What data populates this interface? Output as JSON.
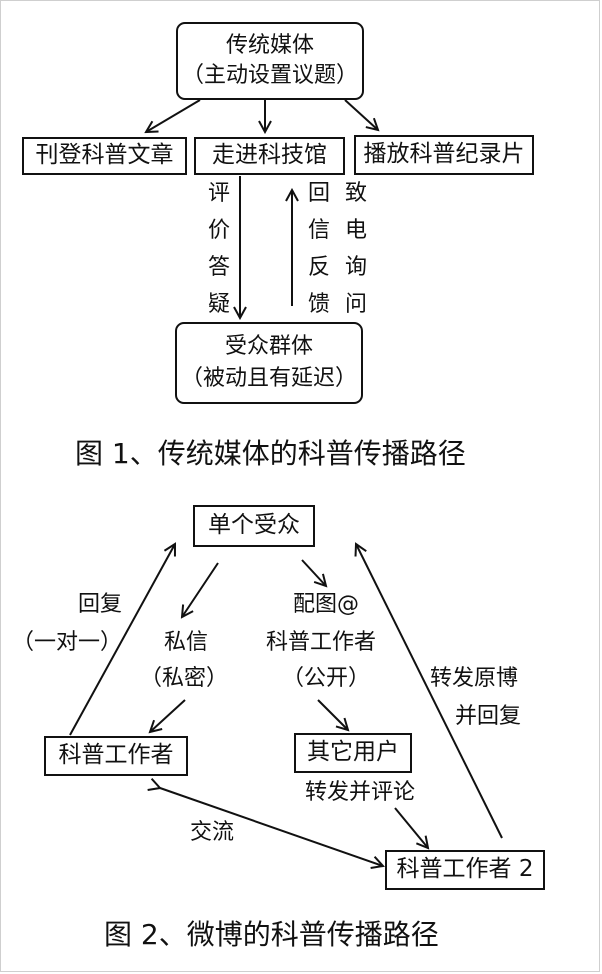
{
  "figure1": {
    "top_node": {
      "line1": "传统媒体",
      "line2": "（主动设置议题）"
    },
    "left_node": "刊登科普文章",
    "center_node": "走进科技馆",
    "right_node": "播放科普纪录片",
    "down_label": [
      "评",
      "价",
      "答",
      "疑"
    ],
    "up_label_a": [
      "回",
      "信",
      "反",
      "馈"
    ],
    "up_label_b": [
      "致",
      "电",
      "询",
      "问"
    ],
    "bottom_node": {
      "line1": "受众群体",
      "line2": "（被动且有延迟）"
    },
    "caption": "图 1、传统媒体的科普传播路径"
  },
  "figure2": {
    "single_audience": "单个受众",
    "worker": "科普工作者",
    "other_users": "其它用户",
    "worker2": "科普工作者 2",
    "reply_label": {
      "line1": "回复",
      "line2": "（一对一）"
    },
    "private_label": {
      "line1": "私信",
      "line2": "（私密）"
    },
    "mention_label": {
      "line1": "配图@",
      "line2": "科普工作者",
      "line3": "（公开）"
    },
    "forward_reply_label": {
      "line1": "转发原博",
      "line2": "并回复"
    },
    "forward_comment_label": "转发并评论",
    "exchange_label": "交流",
    "caption": "图 2、微博的科普传播路径"
  }
}
